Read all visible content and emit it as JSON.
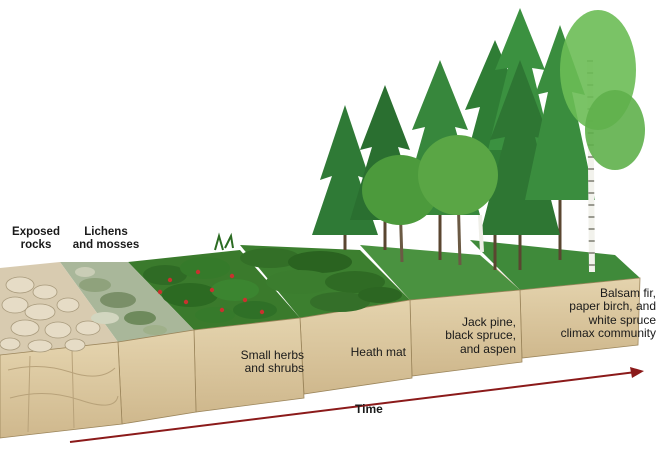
{
  "labels": {
    "exposed_rocks": "Exposed\nrocks",
    "lichens_mosses": "Lichens\nand mosses",
    "small_herbs": "Small herbs\nand shrubs",
    "heath_mat": "Heath mat",
    "jack_pine": "Jack pine,\nblack spruce,\nand aspen",
    "climax": "Balsam fir,\npaper birch, and\nwhite spruce\nclimax community",
    "time_axis": "Time"
  },
  "colors": {
    "soil_face": "#d9c59c",
    "soil_side": "#c8b083",
    "arrow": "#8b1a1a",
    "grass": "#4f8f3a",
    "forest": "#2f7a36",
    "rock": "#d8cbb0"
  }
}
